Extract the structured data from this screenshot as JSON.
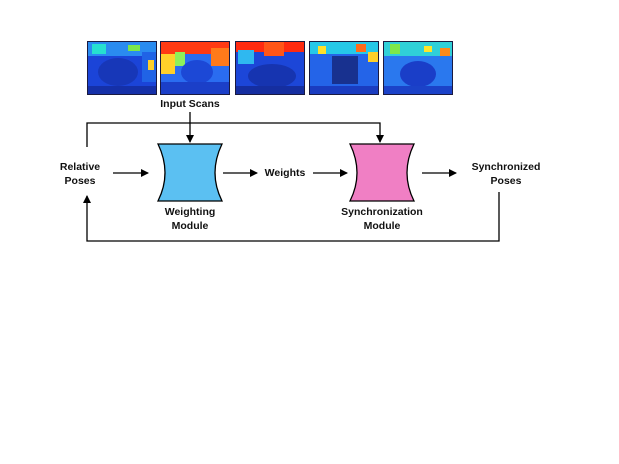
{
  "input": {
    "label": "Input Scans",
    "scan_count": 5
  },
  "relative_poses": {
    "line1": "Relative",
    "line2": "Poses"
  },
  "weighting_module": {
    "line1": "Weighting",
    "line2": "Module",
    "color": "#5bc0f2"
  },
  "weights": {
    "label": "Weights"
  },
  "sync_module": {
    "line1": "Synchronization",
    "line2": "Module",
    "color": "#f07fc4"
  },
  "synchronized_poses": {
    "line1": "Synchronized",
    "line2": "Poses"
  },
  "colors": {
    "arrow": "#000000",
    "depth_far": "#1b3fd6",
    "depth_near": "#ff2a10"
  }
}
